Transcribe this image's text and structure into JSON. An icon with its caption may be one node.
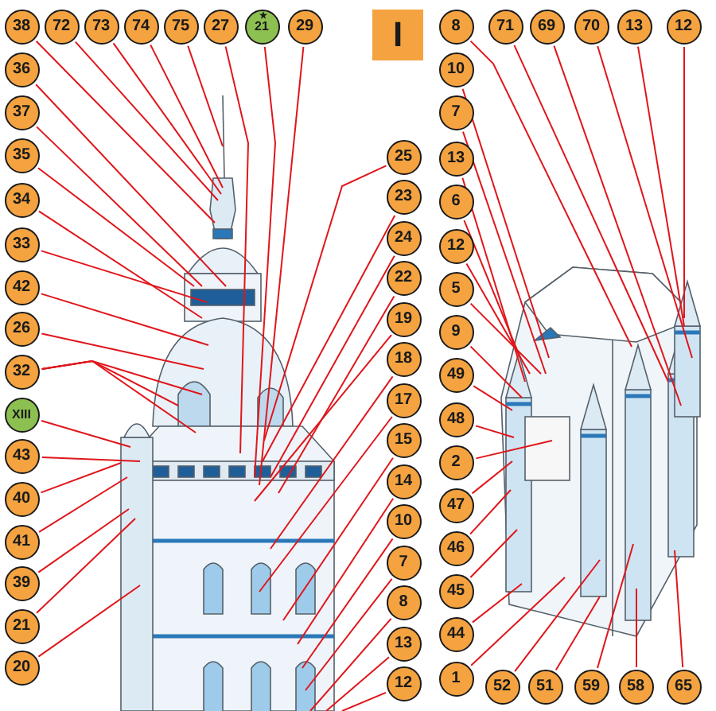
{
  "diagram": {
    "nodes": [
      {
        "text": [
          "38"
        ]
      },
      {
        "text": [
          "72"
        ]
      },
      {
        "text": [
          "73"
        ]
      },
      {
        "text": [
          "74"
        ]
      },
      {
        "text": [
          "75"
        ]
      },
      {
        "text": [
          "27"
        ]
      },
      {
        "text": [
          "21"
        ]
      },
      {
        "text": [
          "29"
        ]
      },
      {
        "text": [
          "8"
        ]
      },
      {
        "text": [
          "71"
        ]
      },
      {
        "text": [
          "69"
        ]
      },
      {
        "text": [
          "70"
        ]
      },
      {
        "text": [
          "13"
        ]
      },
      {
        "text": [
          "12"
        ]
      },
      {
        "text": [
          "36"
        ]
      },
      {
        "text": [
          "37"
        ]
      },
      {
        "text": [
          "35"
        ]
      },
      {
        "text": [
          "34"
        ]
      },
      {
        "text": [
          "33"
        ]
      },
      {
        "text": [
          "42"
        ]
      },
      {
        "text": [
          "26"
        ]
      },
      {
        "text": [
          "32"
        ]
      },
      {
        "text": [
          "XIII"
        ]
      },
      {
        "text": [
          "43"
        ]
      },
      {
        "text": [
          "40"
        ]
      },
      {
        "text": [
          "41"
        ]
      },
      {
        "text": [
          "39"
        ]
      },
      {
        "text": [
          "21"
        ]
      },
      {
        "text": [
          "20"
        ]
      },
      {
        "text": [
          "25"
        ]
      },
      {
        "text": [
          "23"
        ]
      },
      {
        "text": [
          "24"
        ]
      },
      {
        "text": [
          "22"
        ]
      },
      {
        "text": [
          "19"
        ]
      },
      {
        "text": [
          "18"
        ]
      },
      {
        "text": [
          "17"
        ]
      },
      {
        "text": [
          "15"
        ]
      },
      {
        "text": [
          "14"
        ]
      },
      {
        "text": [
          "10"
        ]
      },
      {
        "text": [
          "7"
        ]
      },
      {
        "text": [
          "8"
        ]
      },
      {
        "text": [
          "13"
        ]
      },
      {
        "text": [
          "12"
        ]
      },
      {
        "text": [
          "10"
        ]
      },
      {
        "text": [
          "7"
        ]
      },
      {
        "text": [
          "13"
        ]
      },
      {
        "text": [
          "6"
        ]
      },
      {
        "text": [
          "12"
        ]
      },
      {
        "text": [
          "5"
        ]
      },
      {
        "text": [
          "9"
        ]
      },
      {
        "text": [
          "49"
        ]
      },
      {
        "text": [
          "48"
        ]
      },
      {
        "text": [
          "2"
        ]
      },
      {
        "text": [
          "47"
        ]
      },
      {
        "text": [
          "46"
        ]
      },
      {
        "text": [
          "45"
        ]
      },
      {
        "text": [
          "44"
        ]
      },
      {
        "text": [
          "1"
        ]
      },
      {
        "text": [
          "52"
        ]
      },
      {
        "text": [
          "51"
        ]
      },
      {
        "text": [
          "59"
        ]
      },
      {
        "text": [
          "58"
        ]
      },
      {
        "text": [
          "65"
        ]
      }
    ],
    "edges": [
      {
        "from": 0,
        "to": null,
        "arrow": "none"
      },
      {
        "from": 1,
        "to": null,
        "arrow": "none"
      },
      {
        "from": 2,
        "to": null,
        "arrow": "none"
      },
      {
        "from": 3,
        "to": null,
        "arrow": "none"
      },
      {
        "from": 4,
        "to": null,
        "arrow": "none"
      },
      {
        "from": 5,
        "to": null,
        "arrow": "none"
      },
      {
        "from": 6,
        "to": null,
        "arrow": "none"
      },
      {
        "from": 7,
        "to": null,
        "arrow": "none"
      },
      {
        "from": 8,
        "to": null,
        "arrow": "none"
      },
      {
        "from": 9,
        "to": null,
        "arrow": "none"
      },
      {
        "from": 10,
        "to": null,
        "arrow": "none"
      },
      {
        "from": 11,
        "to": null,
        "arrow": "none"
      },
      {
        "from": 12,
        "to": null,
        "arrow": "none"
      },
      {
        "from": 13,
        "to": null,
        "arrow": "none"
      },
      {
        "from": 14,
        "to": null,
        "arrow": "none"
      },
      {
        "from": 15,
        "to": null,
        "arrow": "none"
      },
      {
        "from": 16,
        "to": null,
        "arrow": "none"
      },
      {
        "from": 17,
        "to": null,
        "arrow": "none"
      },
      {
        "from": 18,
        "to": null,
        "arrow": "none"
      },
      {
        "from": 19,
        "to": null,
        "arrow": "none"
      },
      {
        "from": 20,
        "to": null,
        "arrow": "none"
      },
      {
        "from": 21,
        "to": null,
        "arrow": "none"
      },
      {
        "from": 21,
        "to": null,
        "arrow": "none"
      },
      {
        "from": 21,
        "to": null,
        "arrow": "none"
      },
      {
        "from": 22,
        "to": null,
        "arrow": "none"
      },
      {
        "from": 23,
        "to": null,
        "arrow": "none"
      },
      {
        "from": 24,
        "to": null,
        "arrow": "none"
      },
      {
        "from": 25,
        "to": null,
        "arrow": "none"
      },
      {
        "from": 26,
        "to": null,
        "arrow": "none"
      },
      {
        "from": 27,
        "to": null,
        "arrow": "none"
      },
      {
        "from": 28,
        "to": null,
        "arrow": "none"
      },
      {
        "from": 29,
        "to": null,
        "arrow": "none"
      },
      {
        "from": 30,
        "to": null,
        "arrow": "none"
      },
      {
        "from": 31,
        "to": null,
        "arrow": "none"
      },
      {
        "from": 32,
        "to": null,
        "arrow": "none"
      },
      {
        "from": 33,
        "to": null,
        "arrow": "none"
      },
      {
        "from": 34,
        "to": null,
        "arrow": "none"
      },
      {
        "from": 35,
        "to": null,
        "arrow": "none"
      },
      {
        "from": 36,
        "to": null,
        "arrow": "none"
      },
      {
        "from": 37,
        "to": null,
        "arrow": "none"
      },
      {
        "from": 38,
        "to": null,
        "arrow": "none"
      },
      {
        "from": 39,
        "to": null,
        "arrow": "none"
      },
      {
        "from": 40,
        "to": null,
        "arrow": "none"
      },
      {
        "from": 41,
        "to": null,
        "arrow": "none"
      },
      {
        "from": 42,
        "to": null,
        "arrow": "none"
      },
      {
        "from": 43,
        "to": null,
        "arrow": "none"
      },
      {
        "from": 44,
        "to": null,
        "arrow": "none"
      },
      {
        "from": 45,
        "to": null,
        "arrow": "none"
      },
      {
        "from": 46,
        "to": null,
        "arrow": "none"
      },
      {
        "from": 47,
        "to": null,
        "arrow": "none"
      },
      {
        "from": 48,
        "to": null,
        "arrow": "none"
      },
      {
        "from": 49,
        "to": null,
        "arrow": "none"
      },
      {
        "from": 50,
        "to": null,
        "arrow": "none"
      },
      {
        "from": 51,
        "to": null,
        "arrow": "none"
      },
      {
        "from": 52,
        "to": null,
        "arrow": "none"
      },
      {
        "from": 53,
        "to": null,
        "arrow": "none"
      },
      {
        "from": 54,
        "to": null,
        "arrow": "none"
      },
      {
        "from": 55,
        "to": null,
        "arrow": "none"
      },
      {
        "from": 56,
        "to": null,
        "arrow": "none"
      },
      {
        "from": 57,
        "to": null,
        "arrow": "none"
      },
      {
        "from": 58,
        "to": null,
        "arrow": "none"
      },
      {
        "from": 59,
        "to": null,
        "arrow": "none"
      },
      {
        "from": 60,
        "to": null,
        "arrow": "none"
      },
      {
        "from": 61,
        "to": null,
        "arrow": "none"
      },
      {
        "from": 62,
        "to": null,
        "arrow": "none"
      }
    ],
    "labels": [
      "I"
    ]
  }
}
